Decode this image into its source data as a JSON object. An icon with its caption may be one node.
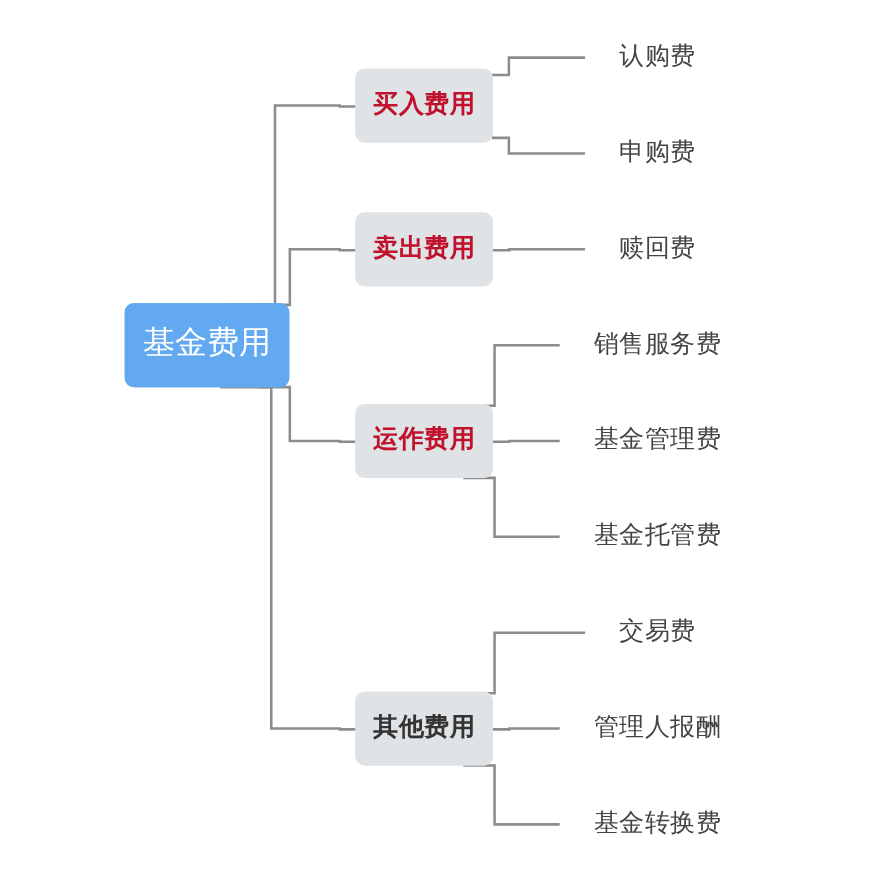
{
  "diagram": {
    "nodes": [
      {
        "text": [
          "基金费用"
        ]
      },
      {
        "text": [
          "买入费用"
        ]
      },
      {
        "text": [
          "认购费"
        ]
      },
      {
        "text": [
          "申购费"
        ]
      },
      {
        "text": [
          "卖出费用"
        ]
      },
      {
        "text": [
          "赎回费"
        ]
      },
      {
        "text": [
          "运作费用"
        ]
      },
      {
        "text": [
          "销售服务费"
        ]
      },
      {
        "text": [
          "基金管理费"
        ]
      },
      {
        "text": [
          "基金托管费"
        ]
      },
      {
        "text": [
          "其他费用"
        ]
      },
      {
        "text": [
          "交易费"
        ]
      },
      {
        "text": [
          "管理人报酬"
        ]
      },
      {
        "text": [
          "基金转换费"
        ]
      }
    ],
    "edges": [
      {
        "from": 0,
        "to": 1,
        "arrow": "none"
      },
      {
        "from": 0,
        "to": 4,
        "arrow": "none"
      },
      {
        "from": 0,
        "to": 6,
        "arrow": "none"
      },
      {
        "from": 0,
        "to": 10,
        "arrow": "none"
      },
      {
        "from": 1,
        "to": 2,
        "arrow": "none"
      },
      {
        "from": 1,
        "to": 3,
        "arrow": "none"
      },
      {
        "from": 4,
        "to": 5,
        "arrow": "none"
      },
      {
        "from": 6,
        "to": 7,
        "arrow": "none"
      },
      {
        "from": 6,
        "to": 8,
        "arrow": "none"
      },
      {
        "from": 6,
        "to": 9,
        "arrow": "none"
      },
      {
        "from": 10,
        "to": 11,
        "arrow": "none"
      },
      {
        "from": 10,
        "to": 12,
        "arrow": "none"
      },
      {
        "from": 10,
        "to": 13,
        "arrow": "none"
      }
    ]
  }
}
